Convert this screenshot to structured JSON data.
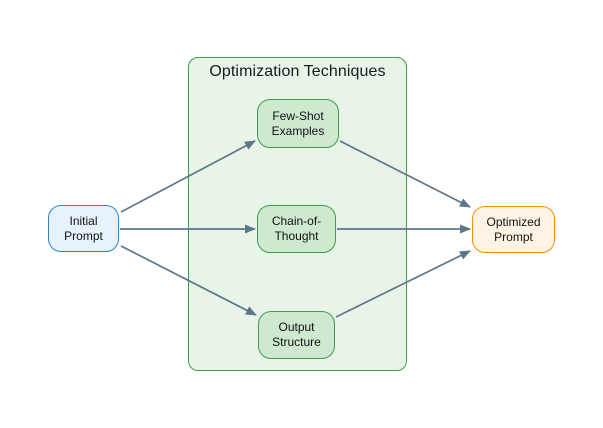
{
  "diagram": {
    "background_color": "#ffffff",
    "container": {
      "title": "Optimization Techniques",
      "fill": "#e9f4e9",
      "stroke": "#3e9d46"
    },
    "nodes": [
      {
        "id": "initial-prompt",
        "label": "Initial\nPrompt",
        "fill": "#e7f2fc",
        "stroke": "#2e86c8"
      },
      {
        "id": "few-shot-examples",
        "label": "Few-Shot\nExamples",
        "fill": "#cfe9d0",
        "stroke": "#3e9d46"
      },
      {
        "id": "chain-of-thought",
        "label": "Chain-of-\nThought",
        "fill": "#cfe9d0",
        "stroke": "#3e9d46"
      },
      {
        "id": "output-structure",
        "label": "Output\nStructure",
        "fill": "#cfe9d0",
        "stroke": "#3e9d46"
      },
      {
        "id": "optimized-prompt",
        "label": "Optimized\nPrompt",
        "fill": "#fff4e3",
        "stroke": "#f0920f"
      }
    ],
    "edges": [
      {
        "from": "initial-prompt",
        "to": "few-shot-examples"
      },
      {
        "from": "initial-prompt",
        "to": "chain-of-thought"
      },
      {
        "from": "initial-prompt",
        "to": "output-structure"
      },
      {
        "from": "few-shot-examples",
        "to": "optimized-prompt"
      },
      {
        "from": "chain-of-thought",
        "to": "optimized-prompt"
      },
      {
        "from": "output-structure",
        "to": "optimized-prompt"
      }
    ],
    "edge_color": "#5d7689"
  }
}
